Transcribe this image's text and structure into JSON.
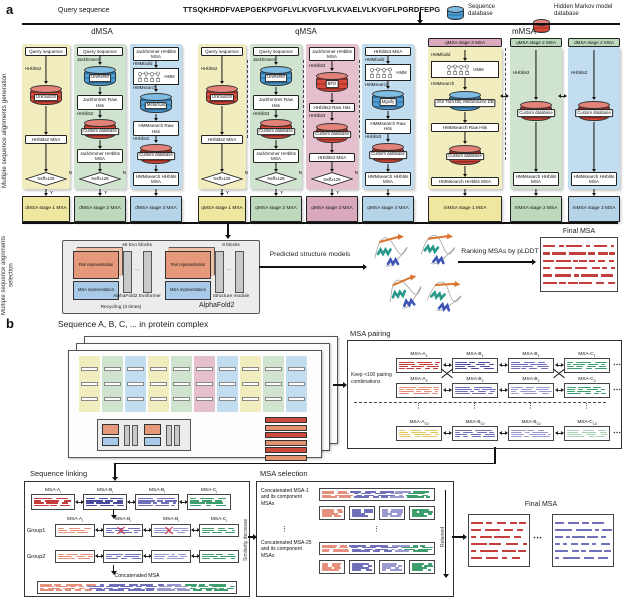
{
  "colors": {
    "msa_red": "#c43c3c",
    "msa_salmon": "#e4907c",
    "msa_yellow": "#e3c75f",
    "msa_darkblue": "#4c4c9e",
    "msa_blue": "#6f6fba",
    "msa_lightblue": "#9a9ad0",
    "msa_green": "#3f9e6e",
    "msa_palegreen": "#abd0b4",
    "db_blue": "#4d9ed6",
    "db_red": "#d64a3e"
  },
  "panel_a": {
    "label": "a",
    "header": {
      "query_sequence_label": "Query sequence",
      "sequence": "TTSQKHRDFVAEPGEKPVGFLVLKVGFLVLKVAELVLKVGFLPGRDFEPG"
    },
    "legend": [
      {
        "icon": "sequence-database-icon",
        "label": "Sequence database"
      },
      {
        "icon": "hmm-database-icon",
        "label": "Hidden Markov model database"
      }
    ],
    "side_labels": {
      "generation": "Multiple sequence alignments generation",
      "selection": "Multiple sequence alignments selection"
    },
    "sections": [
      {
        "name": "dMSA",
        "columns": [
          {
            "bg": "#f2edbf",
            "outBg": "#eee79f",
            "output": "dMSA stage 1 MSA",
            "steps": [
              {
                "type": "box",
                "label": "Query sequence"
              },
              {
                "type": "db",
                "db": "red",
                "label": "Uniclust30",
                "tool": "HHblits2"
              },
              {
                "type": "box",
                "label": "HHblits2 MSA"
              },
              {
                "type": "diamond",
                "label": "Neff≥128",
                "yes": "Y",
                "no": "N"
              }
            ]
          },
          {
            "bg": "#cfe3cf",
            "outBg": "#bdd9bd",
            "output": "dMSA stage 2 MSA",
            "steps": [
              {
                "type": "box",
                "label": "Query sequence"
              },
              {
                "type": "db",
                "db": "blue",
                "label": "UniRef90",
                "tool": "Jackhmmer"
              },
              {
                "type": "box",
                "label": "Jackhmmer Raw Hits"
              },
              {
                "type": "db",
                "db": "red",
                "label": "Custom database",
                "tool": "HHblits2"
              },
              {
                "type": "box",
                "label": "Jackhmmer HHblits MSA"
              },
              {
                "type": "diamond",
                "label": "Neff≥128",
                "yes": "Y",
                "no": "N"
              }
            ]
          },
          {
            "bg": "#c2ddef",
            "outBg": "#b5d4e8",
            "output": "dMSA stage 3 MSA",
            "steps": [
              {
                "type": "box",
                "label": "Jackhmmer HHblits MSA"
              },
              {
                "type": "hmm",
                "label": "HMM",
                "tool": "HMMbuild"
              },
              {
                "type": "db",
                "db": "blue",
                "label": "Metaclust",
                "tool": "HMMsearch"
              },
              {
                "type": "box",
                "label": "HMMsearch Raw Hits"
              },
              {
                "type": "db",
                "db": "red",
                "label": "Custom database",
                "tool": "HHblits2"
              },
              {
                "type": "box",
                "label": "HMMsearch HHblits MSA"
              }
            ]
          }
        ]
      },
      {
        "name": "qMSA",
        "columns": [
          {
            "bg": "#f2edbf",
            "outBg": "#eee79f",
            "output": "qMSA stage 1 MSA",
            "steps": [
              {
                "type": "box",
                "label": "Query sequence"
              },
              {
                "type": "db",
                "db": "red",
                "label": "Uniclust30",
                "tool": "HHblits2"
              },
              {
                "type": "box",
                "label": "HHblits2 MSA"
              },
              {
                "type": "diamond",
                "label": "Neff≥128",
                "yes": "Y",
                "no": "N"
              }
            ]
          },
          {
            "bg": "#cfe3cf",
            "outBg": "#bdd9bd",
            "output": "qMSA stage 2 MSA",
            "steps": [
              {
                "type": "box",
                "label": "Query sequence"
              },
              {
                "type": "db",
                "db": "blue",
                "label": "UniRef90",
                "tool": "Jackhmmer"
              },
              {
                "type": "box",
                "label": "Jackhmmer Raw Hits"
              },
              {
                "type": "db",
                "db": "red",
                "label": "Custom database",
                "tool": "HHblits3"
              },
              {
                "type": "box",
                "label": "Jackhmmer HHblits MSA"
              },
              {
                "type": "diamond",
                "label": "Neff≥128",
                "yes": "Y",
                "no": "N"
              }
            ]
          },
          {
            "bg": "#e5bfcd",
            "outBg": "#d9a8bd",
            "output": "qMSA stage 3 MSA",
            "steps": [
              {
                "type": "box",
                "label": "Jackhmmer HHblits MSA"
              },
              {
                "type": "db",
                "db": "red",
                "label": "BFD",
                "tool": "HHblits3"
              },
              {
                "type": "box",
                "label": "HHblits3 Raw Hits"
              },
              {
                "type": "db",
                "db": "red",
                "label": "Custom database",
                "tool": "HHblits3"
              },
              {
                "type": "box",
                "label": "HHblits3 MSA"
              },
              {
                "type": "diamond",
                "label": "Neff≥128",
                "yes": "Y",
                "no": "N"
              }
            ]
          },
          {
            "bg": "#c2ddef",
            "outBg": "#b5d4e8",
            "output": "qMSA stage 4 MSA",
            "steps": [
              {
                "type": "box",
                "label": "HHblits3 MSA"
              },
              {
                "type": "hmm",
                "label": "HMM",
                "tool": "HMMbuild"
              },
              {
                "type": "db",
                "db": "blue",
                "label": "Mgnify",
                "tool": "HMMsearch"
              },
              {
                "type": "box",
                "label": "HMMsearch Raw Hits"
              },
              {
                "type": "db",
                "db": "red",
                "label": "Custom database",
                "tool": "HHblits3"
              },
              {
                "type": "box",
                "label": "HMMsearch HHblits MSA"
              }
            ]
          }
        ]
      },
      {
        "name": "mMSA",
        "columns": [
          {
            "bg": "#f2edbf",
            "outBg": "#eee79f",
            "output": "mMSA stage 1 MSA",
            "head": {
              "label": "qMSA stage 3 MSA",
              "bg": "#d9a8bd"
            },
            "steps": [
              {
                "type": "hmm",
                "label": "HMM",
                "tool": "HMMbuild"
              },
              {
                "type": "db",
                "db": "blue",
                "label": "JGI/ Tara DB, MetaSource DB",
                "tool": "HMMsearch"
              },
              {
                "type": "box",
                "label": "HMMsearch Raw Hits"
              },
              {
                "type": "db",
                "db": "red",
                "label": "Custom database"
              },
              {
                "type": "box",
                "label": "HMMsearch HHblits MSA"
              }
            ]
          },
          {
            "bg": "#cfe3cf",
            "outBg": "#bdd9bd",
            "output": "mMSA stage 2 MSA",
            "head": {
              "label": "qMSA stage 2 MSA",
              "bg": "#bdd9bd"
            },
            "steps": [
              {
                "type": "db",
                "db": "red",
                "label": "Custom database",
                "tool": "HHblits3"
              },
              {
                "type": "box",
                "label": "HMMsearch HHblits MSA"
              }
            ]
          },
          {
            "bg": "#c2ddef",
            "outBg": "#b5d4e8",
            "output": "mMSA stage 3 MSA",
            "head": {
              "label": "dMSA stage 2 MSA",
              "bg": "#bdd9bd"
            },
            "steps": [
              {
                "type": "db",
                "db": "red",
                "label": "Custom database",
                "tool": "HHblits2"
              },
              {
                "type": "box",
                "label": "HMMsearch HHblits MSA"
              }
            ]
          }
        ]
      }
    ],
    "alphafold": {
      "pair": "Pair representation",
      "msa": "MSA representation",
      "evo_blocks": "48 Evo blocks",
      "blocks": "8 blocks",
      "evoformer": "AlphaFold2 Evoformer",
      "structure_module": "Structure module",
      "recycling": "Recycling (3 times)",
      "title": "AlphaFold2",
      "ellipsis": "..."
    },
    "flow": {
      "predicted_label": "Predicted structure models",
      "ranking_label": "Ranking MSAs by pLDDT",
      "final_label": "Final MSA"
    }
  },
  "panel_b": {
    "label": "b",
    "title": "Sequence A, B, C, ... in protein complex",
    "pairing": {
      "title": "MSA pairing",
      "note": "Keep <100 pairing combinations",
      "ellipsis": "⋯",
      "vdots": "⋮",
      "rows": [
        {
          "sub": "1",
          "cols": [
            {
              "chain": "MSA-A",
              "color": "msa_red"
            },
            {
              "chain": "MSA-B",
              "color": "msa_darkblue"
            },
            {
              "chain": "MSA-B",
              "color": "msa_blue"
            },
            {
              "chain": "MSA-C",
              "color": "msa_green"
            }
          ]
        },
        {
          "sub": "2",
          "cols": [
            {
              "chain": "MSA-A",
              "color": "msa_salmon"
            },
            {
              "chain": "MSA-B",
              "color": "msa_blue"
            },
            {
              "chain": "MSA-B",
              "color": "msa_lightblue"
            },
            {
              "chain": "MSA-C",
              "color": "msa_green"
            }
          ]
        },
        {
          "sub": "10",
          "cols": [
            {
              "chain": "MSA-A",
              "color": "msa_yellow"
            },
            {
              "chain": "MSA-B",
              "color": "msa_blue"
            },
            {
              "chain": "MSA-B",
              "color": "msa_lightblue"
            },
            {
              "chain": "MSA-C",
              "color": "msa_palegreen"
            }
          ]
        }
      ]
    },
    "linking": {
      "title": "Sequence linking",
      "row_labels": [
        {
          "chain": "MSA-A",
          "sub": "i"
        },
        {
          "chain": "MSA-B",
          "sub": "i"
        },
        {
          "chain": "MSA-B",
          "sub": "i"
        },
        {
          "chain": "MSA-C",
          "sub": "i"
        }
      ],
      "row1_colors": [
        "msa_red",
        "msa_darkblue",
        "msa_blue",
        "msa_green"
      ],
      "group_colors": [
        "msa_salmon",
        "msa_blue",
        "msa_lightblue",
        "msa_green"
      ],
      "groups": [
        "Group1",
        "Group2"
      ],
      "concat_label": "Concatenated MSA",
      "concat_colors": [
        "msa_salmon",
        "msa_blue",
        "msa_lightblue",
        "msa_green"
      ],
      "concat_fracs": [
        0.28,
        0.36,
        0.14,
        0.22
      ]
    },
    "selection": {
      "title": "MSA selection",
      "entries": [
        "Concatenated MSA-1 and its component MSAs",
        "Concatenated MSA-25 and its component MSAs"
      ],
      "similarity_label": "Similarity decrease",
      "retained_label": "Retained",
      "component_colors": [
        "msa_salmon",
        "msa_blue",
        "msa_lightblue",
        "msa_green"
      ]
    },
    "final": {
      "label": "Final MSA"
    }
  }
}
